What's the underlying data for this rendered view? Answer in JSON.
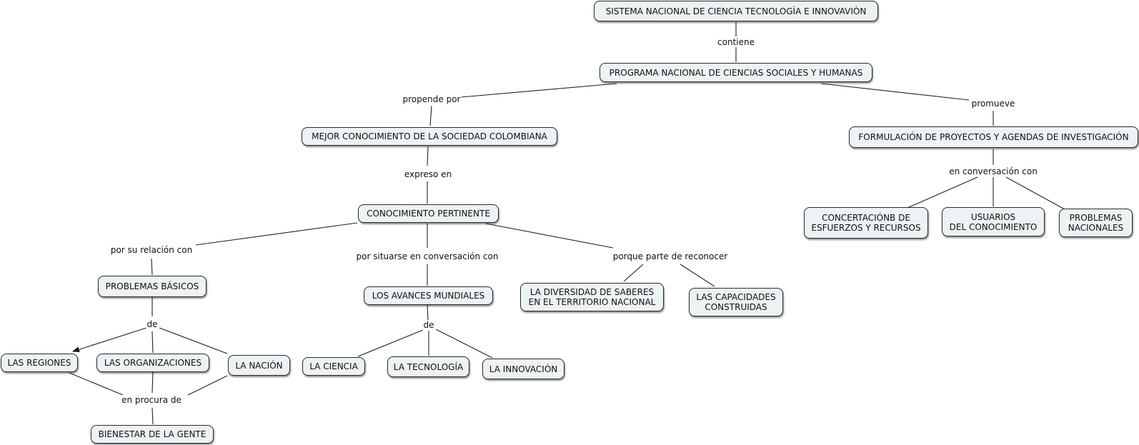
{
  "concepts": {
    "sistema": "SISTEMA NACIONAL DE CIENCIA TECNOLOGÌA E INNOVAVIÒN",
    "programa": "PROGRAMA NACIONAL DE CIENCIAS SOCIALES Y HUMANAS",
    "mejor": "MEJOR CONOCIMIENTO DE LA SOCIEDAD COLOMBIANA",
    "formulacion": "FORMULACIÓN DE PROYECTOS Y AGENDAS DE INVESTIGACIÓN",
    "concertacion": "CONCERTACIÓNB DE\nESFUERZOS Y RECURSOS",
    "usuarios": "USUARIOS\nDEL CONOCIMIENTO",
    "problemas_nac": "PROBLEMAS\nNACIONALES",
    "conocimiento": "CONOCIMIENTO PERTINENTE",
    "problemas_bas": "PROBLEMAS BÁSICOS",
    "avances": "LOS AVANCES MUNDIALES",
    "diversidad": "LA DIVERSIDAD DE SABERES\nEN EL TERRITORIO NACIONAL",
    "capacidades": "LAS CAPACIDADES\nCONSTRUIDAS",
    "regiones": "LAS REGIONES",
    "organizaciones": "LAS ORGANIZACIONES",
    "nacion": "LA NACIÓN",
    "ciencia": "LA CIENCIA",
    "tecnologia": "LA TECNOLOGÍA",
    "innovacion": "LA INNOVACIÓN",
    "bienestar": "BIENESTAR DE LA GENTE"
  },
  "linking_phrases": {
    "contiene": "contiene",
    "propende": "propende por",
    "promueve": "promueve",
    "expreso": "expreso en",
    "conversacion": "en conversación con",
    "relacion": "por su relación con",
    "situarse": "por situarse en conversación con",
    "reconocer": "porque parte de reconocer",
    "de_problemas": "de",
    "de_avances": "de",
    "procura": "en procura de"
  }
}
